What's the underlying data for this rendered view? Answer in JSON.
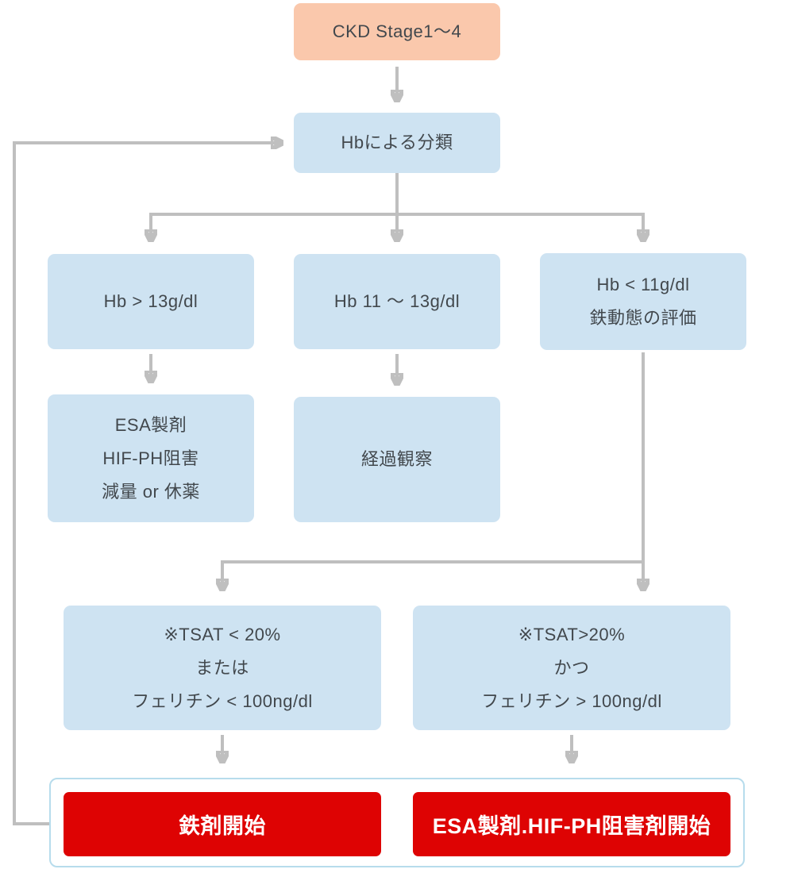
{
  "palette": {
    "start_node_fill": "#FAC8AC",
    "process_node_fill": "#CEE3F2",
    "result_node_fill": "#DE0303",
    "result_text": "#FFFFFF",
    "node_text": "#42484D",
    "arrow_gray": "#BFBFBF",
    "result_frame_border": "#B7DCEC"
  },
  "flowchart": {
    "start": {
      "label": "CKD Stage1〜4"
    },
    "hb_classification": {
      "label": "Hbによる分類"
    },
    "hb_high": {
      "label": "Hb > 13g/dl"
    },
    "hb_mid": {
      "label": "Hb 11 〜 13g/dl"
    },
    "hb_low": {
      "line1": "Hb < 11g/dl",
      "line2": "鉄動態の評価"
    },
    "esa_reduce": {
      "line1": "ESA製剤",
      "line2": "HIF-PH阻害",
      "line3": "減量 or 休薬"
    },
    "observation": {
      "label": "経過観察"
    },
    "tsat_low": {
      "line1": "※TSAT < 20%",
      "line2": "または",
      "line3": "フェリチン < 100ng/dl"
    },
    "tsat_high": {
      "line1": "※TSAT>20%",
      "line2": "かつ",
      "line3": "フェリチン > 100ng/dl"
    },
    "iron_start": {
      "label": "鉄剤開始"
    },
    "esa_start": {
      "label": "ESA製剤.HIF-PH阻害剤開始"
    }
  }
}
